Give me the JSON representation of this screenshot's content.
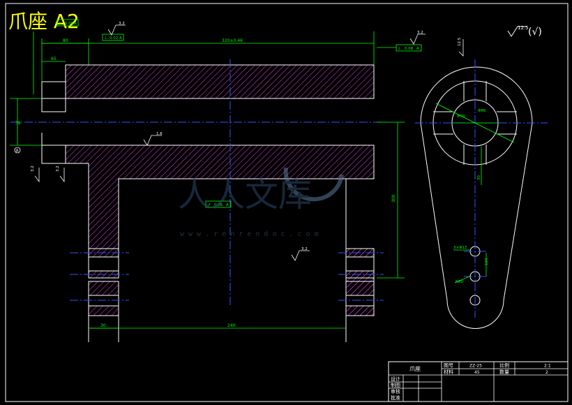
{
  "title": "爪座 A2",
  "roughness_note": {
    "value": "12.5",
    "paren": "(√)"
  },
  "dims": {
    "overall_length": "320±0.46",
    "left_step": "80",
    "flange": "65",
    "height_small": "38",
    "base_offset": "30",
    "base_length": "240",
    "vertical_extent": "300",
    "hole_pitch": "120",
    "circle_inner": "Φ50",
    "circle_outer": "Φ86",
    "hole_note": "3×Φ12",
    "radius": "R60",
    "small_dim": "30"
  },
  "roughness": {
    "r1": "3.2",
    "r2": "1.6",
    "r3": "3.2",
    "r4": "3.2",
    "r5": "12.5",
    "r6": "3.2",
    "r7": "3.2"
  },
  "tolerance_frames": {
    "f1": {
      "sym": "⊥",
      "val": "0.02",
      "ref": "A"
    },
    "f2": {
      "sym": "//",
      "val": "0.08",
      "ref": "A"
    },
    "f3": {
      "sym": "⊥",
      "val": "0.08",
      "ref": "A"
    },
    "f4": {
      "sym": "↗",
      "val": "0.06",
      "ref": "A"
    }
  },
  "datum": "A",
  "watermark": {
    "text": "人人文库",
    "url": "w w w . r e n r e n d o c . c o m"
  },
  "title_block": {
    "part_name": "爪座",
    "label_drawing_no": "图号",
    "drawing_no": "ZZ-25",
    "label_material": "材料",
    "material": "45",
    "label_scale": "比例",
    "scale": "2:1",
    "label_qty": "数量",
    "qty": "2",
    "label_design": "设计",
    "label_drawn": "制图",
    "label_review": "审核",
    "label_approve": "批准"
  },
  "colors": {
    "background": "#000000",
    "outline": "#ffffff",
    "hatch": "#c040c0",
    "dimension": "#00ff00",
    "center": "#3355ff",
    "title": "#ffff00"
  }
}
